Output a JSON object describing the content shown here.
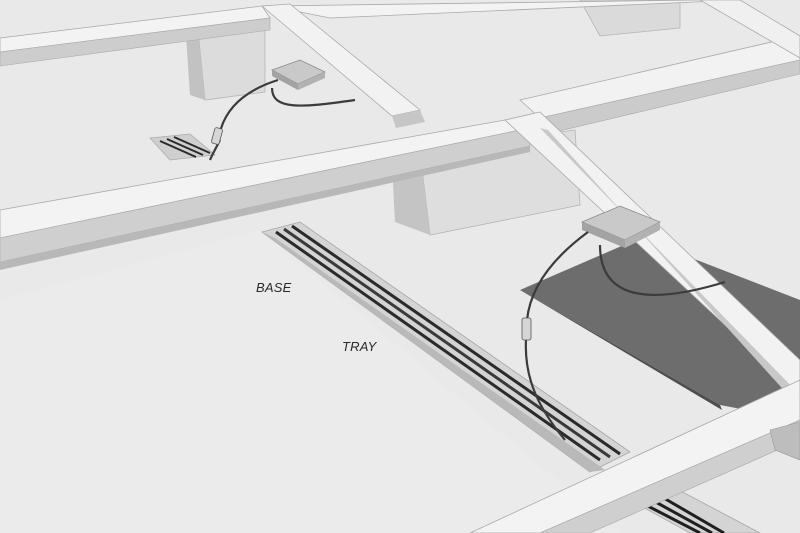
{
  "labels": {
    "base": "BASE",
    "tray": "TRAY"
  },
  "colors": {
    "background": "#ffffff",
    "floor": "#e6e6e6",
    "frame_top": "#f2f2f2",
    "frame_side": "#c9c9c9",
    "frame_edge": "#a9a9a9",
    "panel_dark": "#6d6d6d",
    "cable": "#3b3b3b",
    "junction_box": "#bfbfbf",
    "rail_dark": "#2a2a2a"
  },
  "components": [
    "mounting-frame",
    "support-block",
    "junction-box",
    "cable",
    "connector",
    "base",
    "tray",
    "pv-panel"
  ]
}
